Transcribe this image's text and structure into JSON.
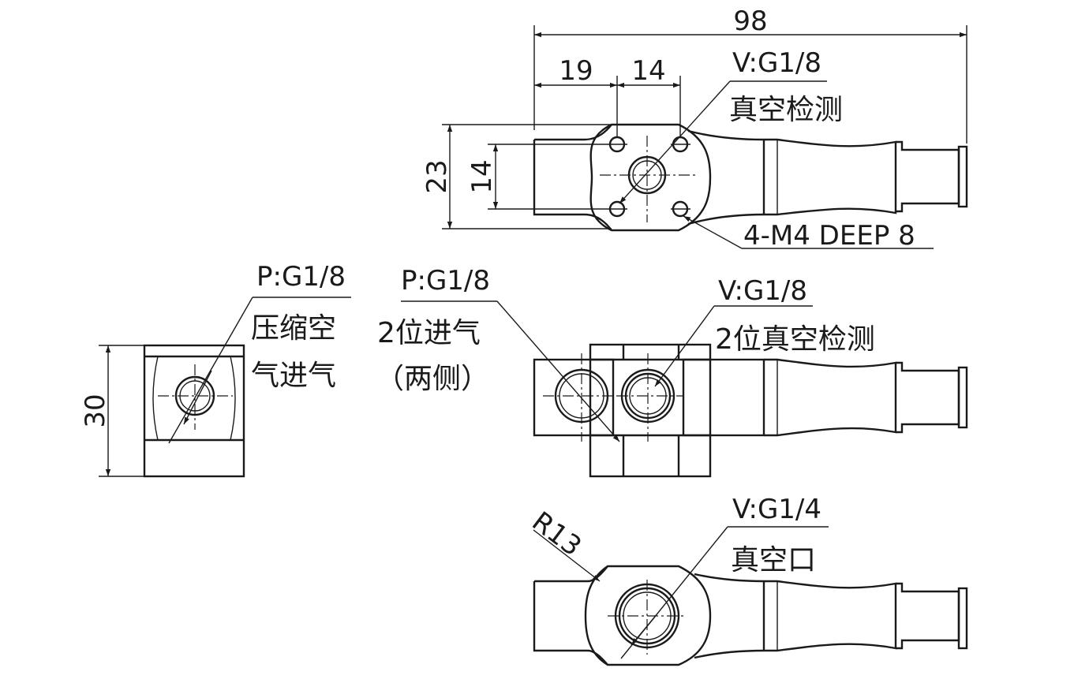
{
  "colors": {
    "line": "#1a1a1a",
    "background": "#ffffff"
  },
  "top_view": {
    "dim_overall": "98",
    "dim_left": "19",
    "dim_mid": "14",
    "dim_height_outer": "23",
    "dim_height_inner": "14",
    "vacuum_port": "V:G1/8",
    "vacuum_port_desc": "真空检测",
    "mounting_holes": "4-M4 DEEP 8"
  },
  "side_view": {
    "dim_height": "30",
    "pressure_port": "P:G1/8",
    "pressure_port_desc_line1": "压缩空",
    "pressure_port_desc_line2": "气进气"
  },
  "front_view": {
    "pressure_port": "P:G1/8",
    "pressure_port_desc_line1": "2位进气",
    "pressure_port_desc_line2": "（两侧）",
    "vacuum_port": "V:G1/8",
    "vacuum_port_desc": "2位真空检测"
  },
  "bottom_view": {
    "radius": "R13",
    "vacuum_port": "V:G1/4",
    "vacuum_port_desc": "真空口"
  }
}
